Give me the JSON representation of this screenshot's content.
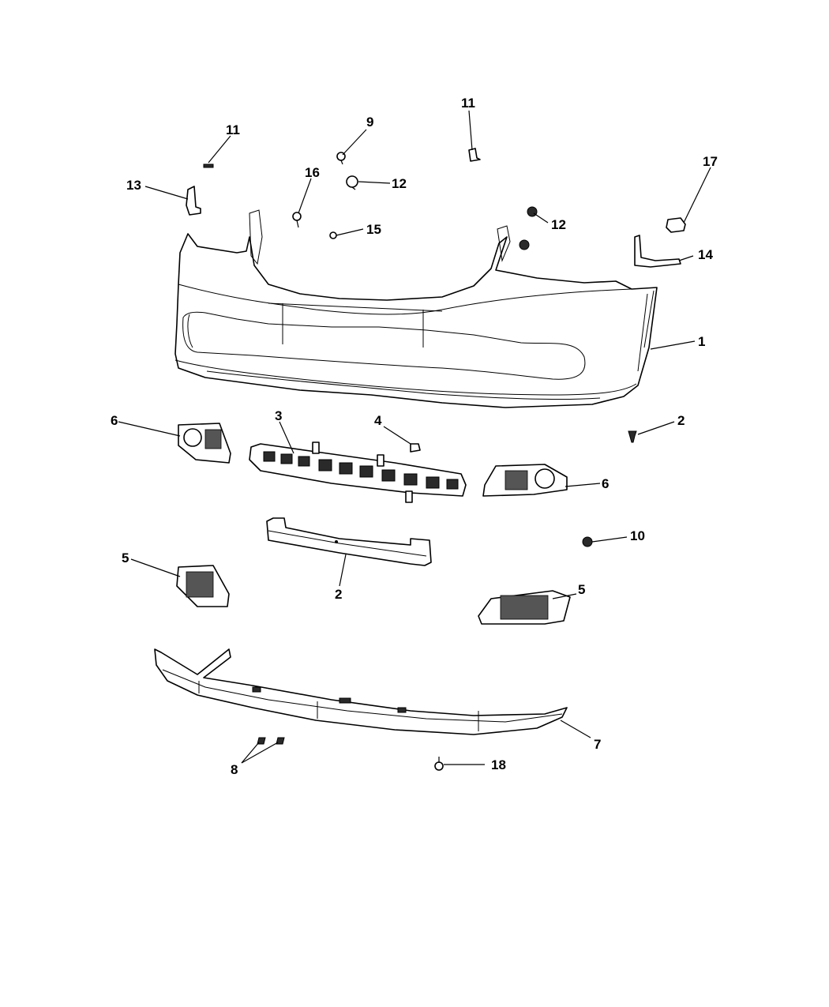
{
  "callouts": {
    "c1": "1",
    "c2_right": "2",
    "c2_bottom": "2",
    "c3": "3",
    "c4": "4",
    "c5_left": "5",
    "c5_right": "5",
    "c6_left": "6",
    "c6_right": "6",
    "c7": "7",
    "c8": "8",
    "c9": "9",
    "c10": "10",
    "c11_left": "11",
    "c11_top": "11",
    "c12_top": "12",
    "c12_right": "12",
    "c13": "13",
    "c14": "14",
    "c15": "15",
    "c16": "16",
    "c17": "17",
    "c18": "18"
  }
}
